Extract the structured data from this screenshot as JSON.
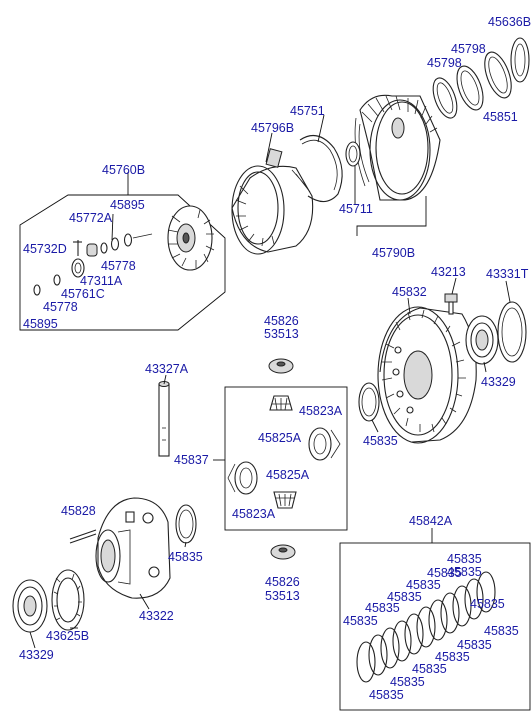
{
  "diagram": {
    "labels": [
      {
        "id": "45636B",
        "text": "45636B"
      },
      {
        "id": "45798a",
        "text": "45798"
      },
      {
        "id": "45798b",
        "text": "45798"
      },
      {
        "id": "45851",
        "text": "45851"
      },
      {
        "id": "45751",
        "text": "45751"
      },
      {
        "id": "45796B",
        "text": "45796B"
      },
      {
        "id": "45711",
        "text": "45711"
      },
      {
        "id": "45790B",
        "text": "45790B"
      },
      {
        "id": "45760B",
        "text": "45760B"
      },
      {
        "id": "45895a",
        "text": "45895"
      },
      {
        "id": "45772A",
        "text": "45772A"
      },
      {
        "id": "45732D",
        "text": "45732D"
      },
      {
        "id": "45778a",
        "text": "45778"
      },
      {
        "id": "47311A",
        "text": "47311A"
      },
      {
        "id": "45761C",
        "text": "45761C"
      },
      {
        "id": "45778b",
        "text": "45778"
      },
      {
        "id": "45895b",
        "text": "45895"
      },
      {
        "id": "43213",
        "text": "43213"
      },
      {
        "id": "43331T",
        "text": "43331T"
      },
      {
        "id": "45832",
        "text": "45832"
      },
      {
        "id": "43329a",
        "text": "43329"
      },
      {
        "id": "45835a",
        "text": "45835"
      },
      {
        "id": "45826a",
        "text": "45826"
      },
      {
        "id": "53513a",
        "text": "53513"
      },
      {
        "id": "43327A",
        "text": "43327A"
      },
      {
        "id": "45823Aa",
        "text": "45823A"
      },
      {
        "id": "45825Aa",
        "text": "45825A"
      },
      {
        "id": "45837",
        "text": "45837"
      },
      {
        "id": "45825Ab",
        "text": "45825A"
      },
      {
        "id": "45823Ab",
        "text": "45823A"
      },
      {
        "id": "45828",
        "text": "45828"
      },
      {
        "id": "45835b",
        "text": "45835"
      },
      {
        "id": "45826b",
        "text": "45826"
      },
      {
        "id": "53513b",
        "text": "53513"
      },
      {
        "id": "43322",
        "text": "43322"
      },
      {
        "id": "43625B",
        "text": "43625B"
      },
      {
        "id": "43329b",
        "text": "43329"
      },
      {
        "id": "45842A",
        "text": "45842A"
      },
      {
        "id": "s1",
        "text": "45835"
      },
      {
        "id": "s2",
        "text": "45835"
      },
      {
        "id": "s3",
        "text": "45835"
      },
      {
        "id": "s4",
        "text": "45835"
      },
      {
        "id": "s5",
        "text": "45835"
      },
      {
        "id": "s6",
        "text": "45835"
      },
      {
        "id": "s7",
        "text": "45835"
      },
      {
        "id": "s8",
        "text": "45835"
      },
      {
        "id": "s9",
        "text": "45835"
      },
      {
        "id": "s10",
        "text": "45835"
      },
      {
        "id": "s11",
        "text": "45835"
      },
      {
        "id": "s12",
        "text": "45835"
      },
      {
        "id": "s13",
        "text": "45835"
      },
      {
        "id": "s14",
        "text": "45835"
      }
    ]
  },
  "colors": {
    "label": "#1a1aa6",
    "line": "#222222",
    "background": "#ffffff"
  }
}
